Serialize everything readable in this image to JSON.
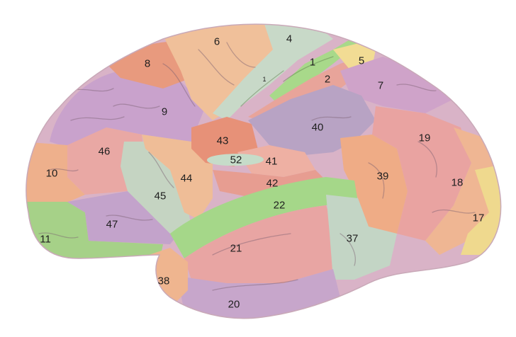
{
  "areas": [
    {
      "label": "1",
      "color": "#a8d98a"
    },
    {
      "label": "2",
      "color": "#e8a49a"
    },
    {
      "label": "4",
      "color": "#c8d9c8"
    },
    {
      "label": "5",
      "color": "#f2dc94"
    },
    {
      "label": "6",
      "color": "#f0c09a"
    },
    {
      "label": "7",
      "color": "#cfa3c9"
    },
    {
      "label": "8",
      "color": "#e89a7e"
    },
    {
      "label": "9",
      "color": "#c9a2cc"
    },
    {
      "label": "10",
      "color": "#eeb08c"
    },
    {
      "label": "11",
      "color": "#a6d188"
    },
    {
      "label": "17",
      "color": "#efd98e"
    },
    {
      "label": "18",
      "color": "#efb693"
    },
    {
      "label": "19",
      "color": "#e9a3a1"
    },
    {
      "label": "20",
      "color": "#c7a6cb"
    },
    {
      "label": "21",
      "color": "#e8a5a3"
    },
    {
      "label": "22",
      "color": "#a5d789"
    },
    {
      "label": "37",
      "color": "#c3d5c5"
    },
    {
      "label": "38",
      "color": "#efb58f"
    },
    {
      "label": "39",
      "color": "#efac86"
    },
    {
      "label": "40",
      "color": "#b8a3c4"
    },
    {
      "label": "41",
      "color": "#eeb0a3"
    },
    {
      "label": "42",
      "color": "#e79d91"
    },
    {
      "label": "43",
      "color": "#e79178"
    },
    {
      "label": "44",
      "color": "#efbd97"
    },
    {
      "label": "45",
      "color": "#c5d4c2"
    },
    {
      "label": "46",
      "color": "#e9a8a4"
    },
    {
      "label": "47",
      "color": "#c3a3cb"
    },
    {
      "label": "52",
      "color": "#c6dcc9"
    }
  ],
  "small_label": "1"
}
